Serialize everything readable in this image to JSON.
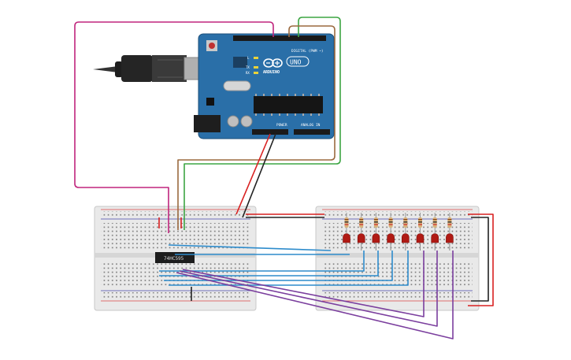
{
  "arduino": {
    "brand": "ARDUINO",
    "model": "UNO",
    "digital_header": "DIGITAL (PWM ~)",
    "power_header": "POWER",
    "analog_header": "ANALOG IN",
    "led_labels": [
      "L",
      "TX",
      "RX"
    ],
    "board_color": "#2a6fa8"
  },
  "chip": {
    "label": "74HC595"
  },
  "breadboards": [
    {
      "name": "left"
    },
    {
      "name": "right"
    }
  ],
  "leds": {
    "count": 8,
    "color": "#b01a14"
  },
  "colors": {
    "magenta": "#c0257d",
    "green": "#3da543",
    "brown": "#9b6a3f",
    "red": "#d92121",
    "black": "#222222",
    "blue": "#2e8ccc",
    "purple": "#7b3f9e"
  }
}
